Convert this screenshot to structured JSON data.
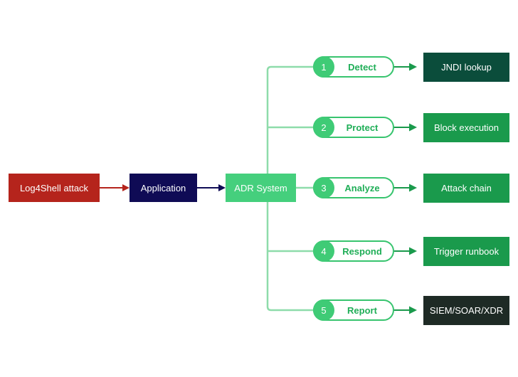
{
  "source": {
    "label": "Log4Shell attack",
    "color": "#b5241c"
  },
  "application": {
    "label": "Application",
    "color": "#0f0b55"
  },
  "adr": {
    "label": "ADR System",
    "color": "#45cf7d"
  },
  "steps": [
    {
      "num": "1",
      "label": "Detect",
      "result": "JNDI lookup",
      "result_color": "#0b4d3b"
    },
    {
      "num": "2",
      "label": "Protect",
      "result": "Block execution",
      "result_color": "#1a9a4c"
    },
    {
      "num": "3",
      "label": "Analyze",
      "result": "Attack chain",
      "result_color": "#1a9a4c"
    },
    {
      "num": "4",
      "label": "Respond",
      "result": "Trigger runbook",
      "result_color": "#1a9a4c"
    },
    {
      "num": "5",
      "label": "Report",
      "result": "SIEM/SOAR/XDR",
      "result_color": "#1e2a25"
    }
  ],
  "colors": {
    "connector_green": "#8edcaa",
    "arrow_green": "#1a9a4c",
    "arrow_red": "#b5241c",
    "arrow_navy": "#0f0b55"
  }
}
